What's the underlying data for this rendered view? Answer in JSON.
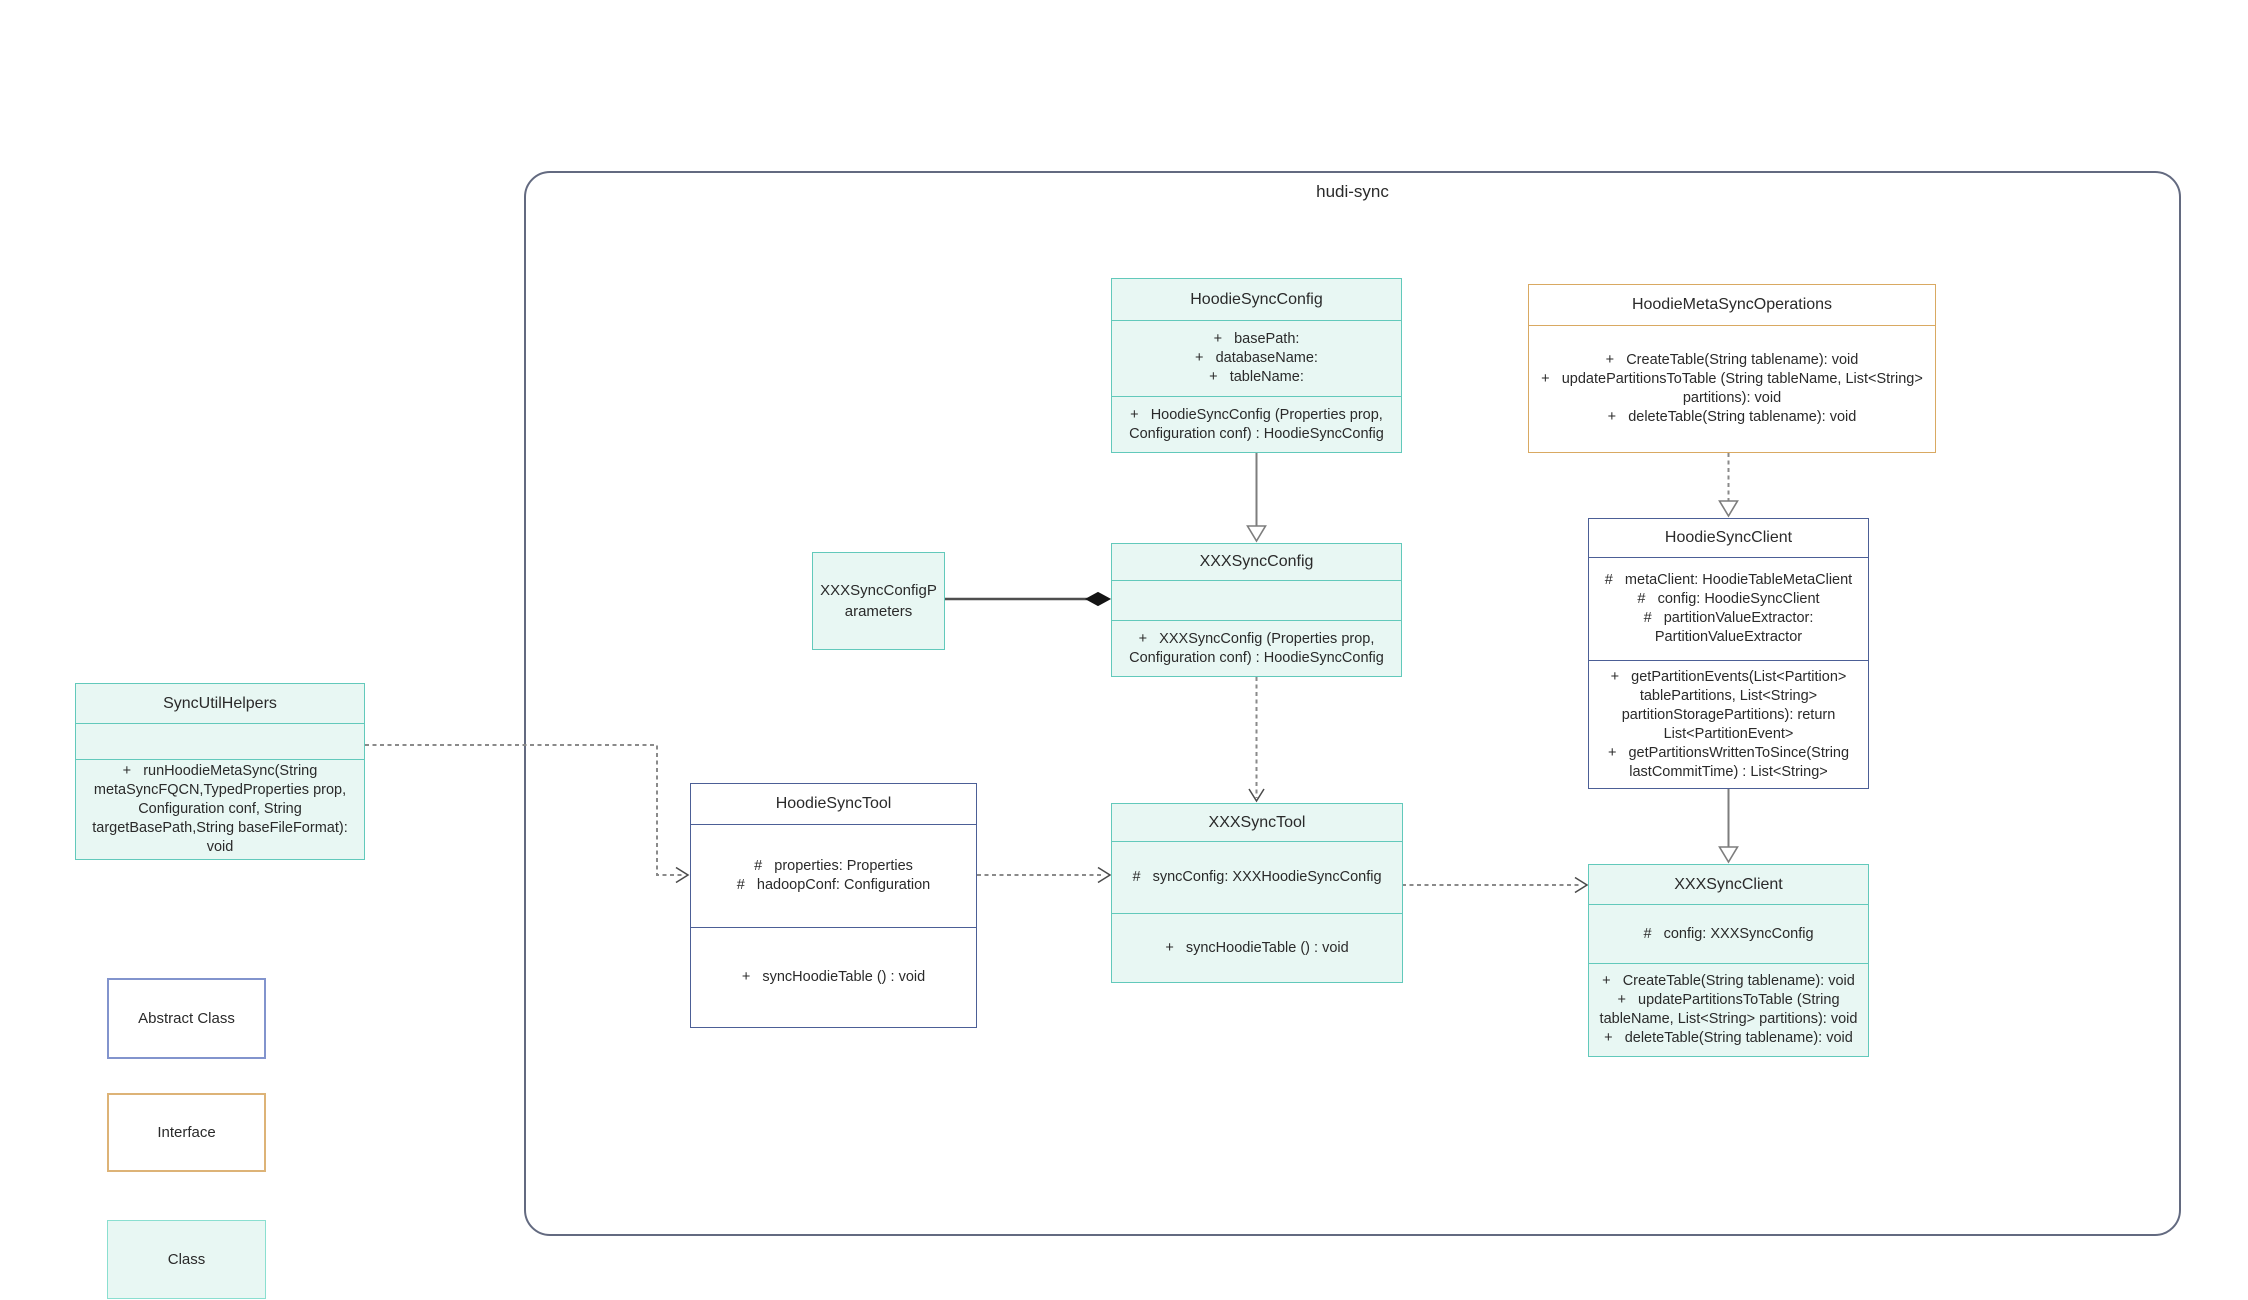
{
  "diagram": {
    "package_label": "hudi-sync",
    "classes": {
      "hoodieSyncConfig": {
        "title": "HoodieSyncConfig",
        "fields": [
          "+   basePath:",
          "+   databaseName:",
          "+   tableName:"
        ],
        "methods": [
          "+   HoodieSyncConfig (Properties prop, Configuration conf) : HoodieSyncConfig"
        ]
      },
      "hoodieMetaSyncOperations": {
        "title": "HoodieMetaSyncOperations",
        "methods": [
          "+   CreateTable(String tablename): void",
          "+   updatePartitionsToTable (String tableName, List<String> partitions): void",
          "+   deleteTable(String tablename): void"
        ]
      },
      "hoodieSyncClient": {
        "title": "HoodieSyncClient",
        "fields": [
          "#   metaClient: HoodieTableMetaClient",
          "#   config: HoodieSyncClient",
          "#   partitionValueExtractor: PartitionValueExtractor"
        ],
        "methods": [
          "+   getPartitionEvents(List<Partition> tablePartitions, List<String> partitionStoragePartitions): return List<PartitionEvent>",
          "+   getPartitionsWrittenToSince(String lastCommitTime) : List<String>"
        ]
      },
      "xxxSyncConfig": {
        "title": "XXXSyncConfig",
        "fields": [],
        "methods": [
          "+   XXXSyncConfig (Properties prop, Configuration conf) : HoodieSyncConfig"
        ]
      },
      "xxxSyncConfigParameters": {
        "title": "XXXSyncConfigParameters"
      },
      "syncUtilHelpers": {
        "title": "SyncUtilHelpers",
        "fields": [],
        "methods": [
          "+   runHoodieMetaSync(String metaSyncFQCN,TypedProperties prop, Configuration conf, String targetBasePath,String baseFileFormat): void"
        ]
      },
      "hoodieSyncTool": {
        "title": "HoodieSyncTool",
        "fields": [
          "#   properties: Properties",
          "#   hadoopConf: Configuration"
        ],
        "methods": [
          "+   syncHoodieTable () : void"
        ]
      },
      "xxxSyncTool": {
        "title": "XXXSyncTool",
        "fields": [
          "#   syncConfig: XXXHoodieSyncConfig"
        ],
        "methods": [
          "+   syncHoodieTable () : void"
        ]
      },
      "xxxSyncClient": {
        "title": "XXXSyncClient",
        "fields": [
          "#   config: XXXSyncConfig"
        ],
        "methods": [
          "+   CreateTable(String tablename): void",
          "+   updatePartitionsToTable (String tableName, List<String> partitions): void",
          "+   deleteTable(String tablename): void"
        ]
      }
    },
    "legend": {
      "abstract_class": "Abstract Class",
      "interface": "Interface",
      "class": "Class"
    },
    "relationships": [
      {
        "from": "HoodieSyncConfig",
        "to": "XXXSyncConfig",
        "type": "generalization-solid-hollow-arrow"
      },
      {
        "from": "HoodieMetaSyncOperations",
        "to": "HoodieSyncClient",
        "type": "realization-dashed-hollow-arrow"
      },
      {
        "from": "XXXSyncConfigParameters",
        "to": "XXXSyncConfig",
        "type": "composition-filled-diamond"
      },
      {
        "from": "XXXSyncConfig",
        "to": "XXXSyncTool",
        "type": "dependency-dashed-open-arrow"
      },
      {
        "from": "HoodieSyncClient",
        "to": "XXXSyncClient",
        "type": "generalization-solid-hollow-arrow"
      },
      {
        "from": "SyncUtilHelpers",
        "to": "HoodieSyncTool",
        "type": "dependency-dashed-open-arrow"
      },
      {
        "from": "HoodieSyncTool",
        "to": "XXXSyncTool",
        "type": "dependency-dashed-open-arrow"
      },
      {
        "from": "XXXSyncTool",
        "to": "XXXSyncClient",
        "type": "dependency-dashed-open-arrow"
      }
    ],
    "colors": {
      "class_fill": "#e8f7f3",
      "class_border": "#62c9bb",
      "abstract_border": "#4c5f96",
      "interface_border": "#d9a962",
      "package_border": "#636a80",
      "connector": "#8a8a8a"
    }
  }
}
